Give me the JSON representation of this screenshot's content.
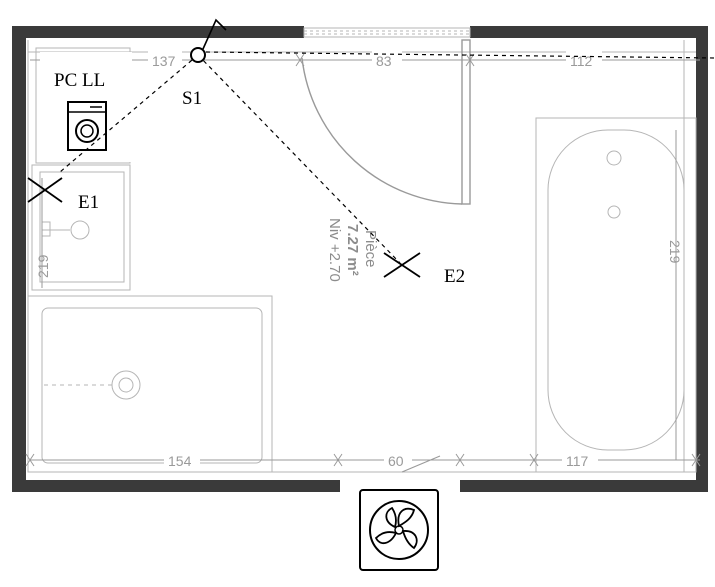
{
  "labels": {
    "appliance": "PC LL",
    "socket": "S1",
    "point_e1": "E1",
    "point_e2": "E2"
  },
  "room": {
    "name": "Pièce",
    "area": "7.27 m²",
    "level": "Niv +2.70"
  },
  "dimensions": {
    "top_left": "137",
    "top_door": "83",
    "top_right": "112",
    "bottom_left": "154",
    "bottom_mid": "60",
    "bottom_right": "117",
    "left_height": "219",
    "right_height": "219"
  },
  "icons": [
    "washing-machine-icon",
    "fan-icon",
    "switch-icon",
    "cross-marker-icon"
  ],
  "colors": {
    "wall": "#3a3a3a",
    "plan_lines": "#9a9a9a",
    "annotation": "#000000"
  }
}
